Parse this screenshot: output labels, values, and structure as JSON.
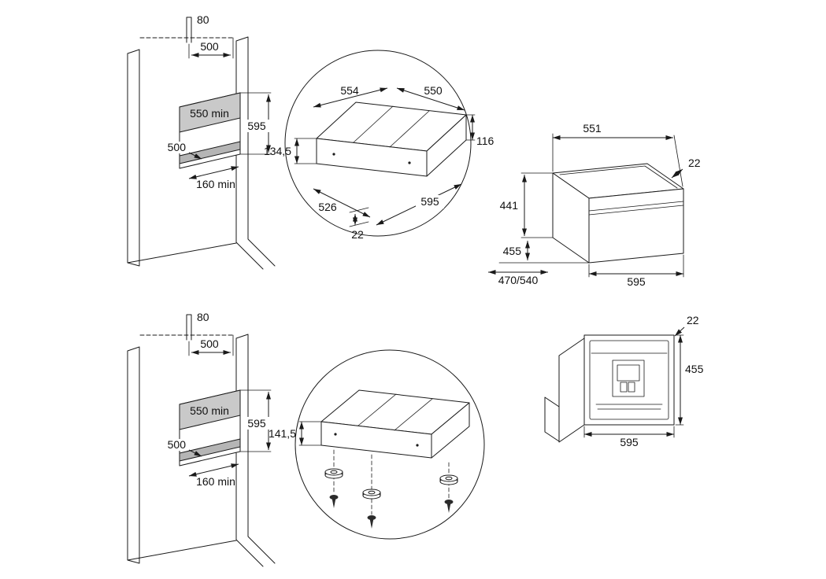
{
  "colors": {
    "niche_shade": "#c9c9c9",
    "shelf_shade": "#b5b5b5"
  },
  "figures": {
    "niche_top": {
      "pin_height": "80",
      "pin_depth": "500",
      "niche_width": "550 min",
      "niche_height": "595",
      "niche_depth": "500",
      "plinth_depth": "160 min"
    },
    "drawer_top": {
      "top_width": "554",
      "top_depth": "550",
      "front_height": "134,5",
      "side_height": "116",
      "bottom_depth": "526",
      "bottom_width": "595",
      "lip": "22"
    },
    "oven_iso": {
      "top_width": "551",
      "panel_thickness": "22",
      "inner_height": "441",
      "lower_height": "455",
      "niche_depth": "470/540",
      "front_width": "595"
    },
    "niche_bottom": {
      "pin_height": "80",
      "pin_depth": "500",
      "niche_width": "550 min",
      "niche_height": "595",
      "niche_depth": "500",
      "plinth_depth": "160 min"
    },
    "drawer_feet": {
      "front_height": "141,5"
    },
    "coffee_front": {
      "panel_thickness": "22",
      "front_height": "455",
      "front_width": "595"
    }
  }
}
